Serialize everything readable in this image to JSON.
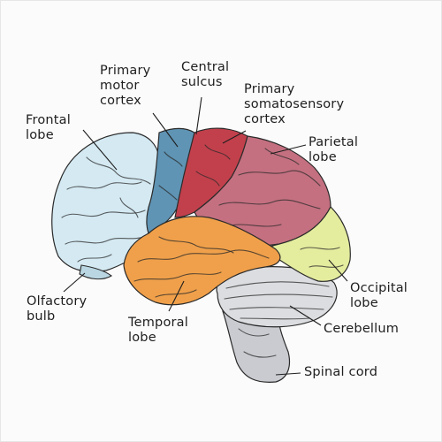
{
  "diagram": {
    "labels": {
      "primary_motor_cortex": "Primary\nmotor\ncortex",
      "central_sulcus": "Central\nsulcus",
      "primary_somatosensory_cortex": "Primary\nsomatosensory\ncortex",
      "frontal_lobe": "Frontal\nlobe",
      "parietal_lobe": "Parietal\nlobe",
      "olfactory_bulb": "Olfactory\nbulb",
      "temporal_lobe": "Temporal\nlobe",
      "occipital_lobe": "Occipital\nlobe",
      "cerebellum": "Cerebellum",
      "spinal_cord": "Spinal cord"
    },
    "colors": {
      "frontal": "#d4e9f2",
      "motor": "#5f94b4",
      "somatosensory": "#c2404c",
      "parietal": "#c47080",
      "temporal": "#f0a04a",
      "occipital": "#e4ec9e",
      "cerebellum": "#dcdde0",
      "brainstem": "#c9cbd0"
    }
  }
}
